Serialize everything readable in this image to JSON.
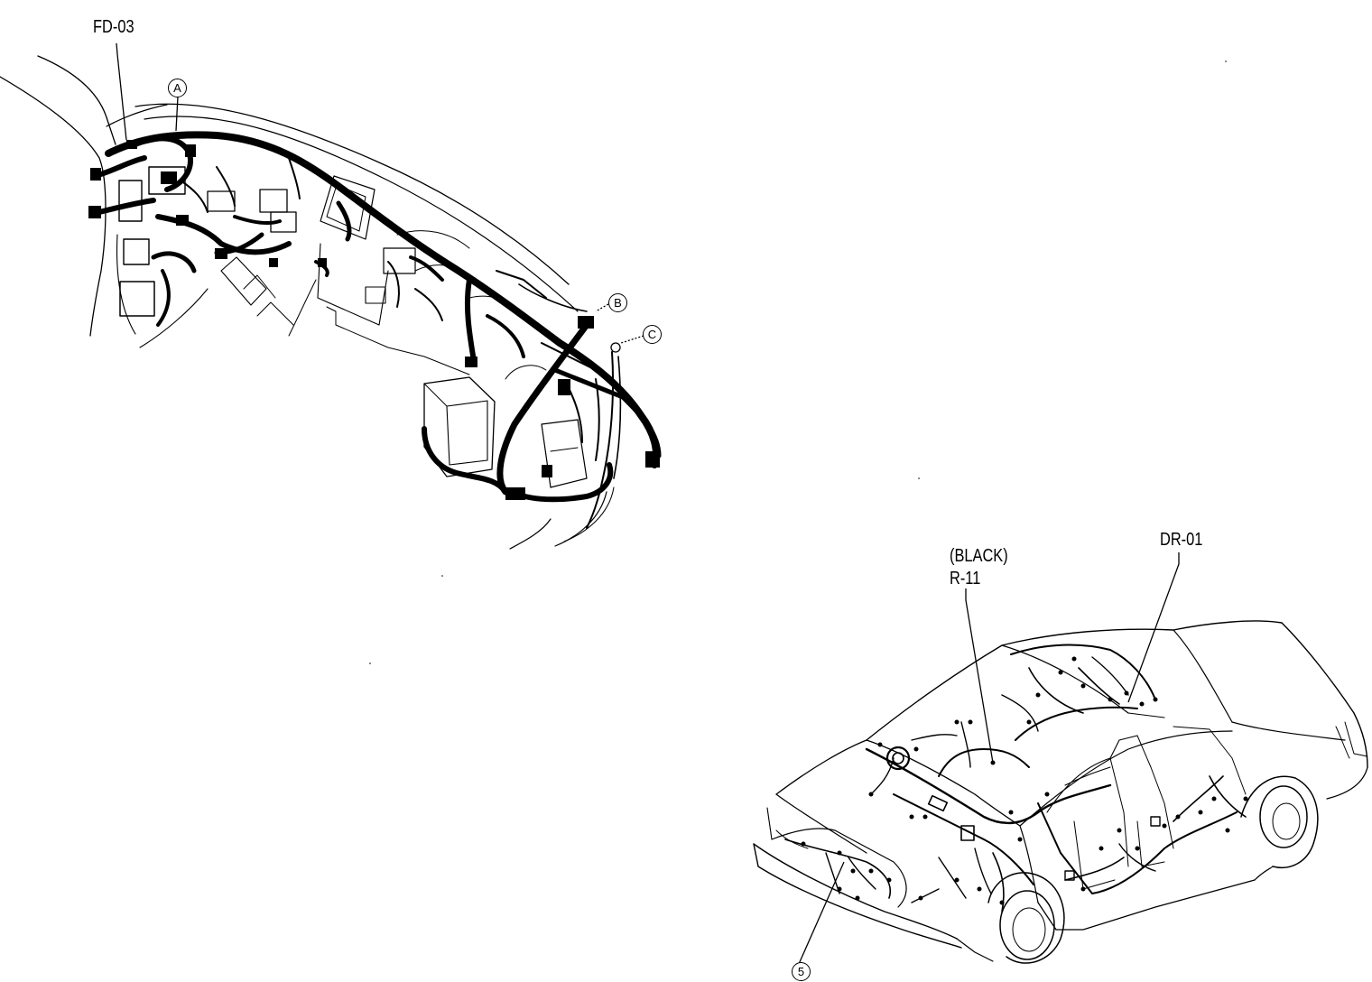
{
  "labels": {
    "fd03": "FD-03",
    "black": "(BLACK)",
    "r11": "R-11",
    "dr01": "DR-01"
  },
  "callouts": {
    "a": "A",
    "b": "B",
    "c": "C",
    "five": "5"
  }
}
